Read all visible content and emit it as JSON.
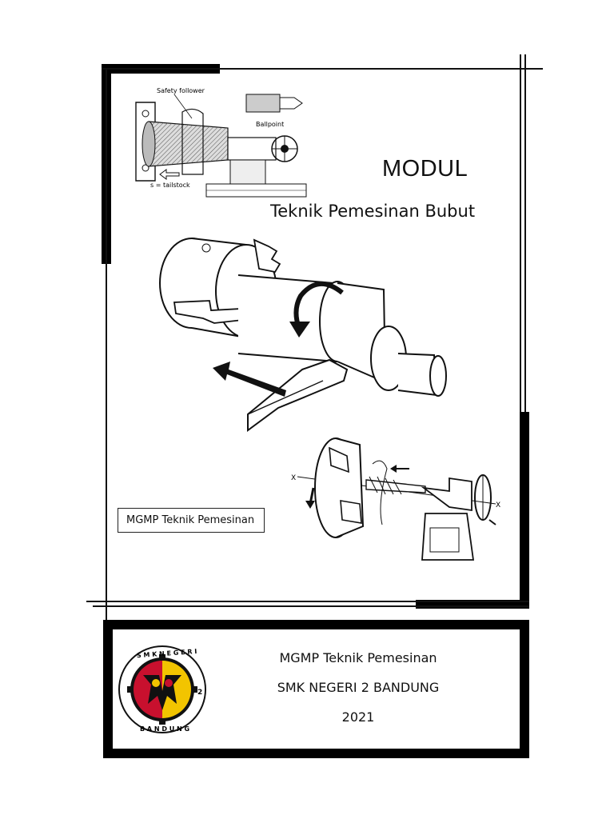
{
  "cover": {
    "title": "MODUL",
    "subtitle": "Teknik Pemesinan Bubut",
    "box_label": "MGMP Teknik Pemesinan"
  },
  "illustration_small": {
    "label_safety": "Safety follower",
    "label_ballpoint": "Ballpoint",
    "label_tailstock": "s = tailstock"
  },
  "illustration_drill": {
    "axis_left": "X",
    "axis_right": "X"
  },
  "footer": {
    "line1": "MGMP Teknik Pemesinan",
    "line2": "SMK NEGERI 2 BANDUNG",
    "line3": "2021"
  },
  "logo": {
    "ring_text": "SMK NEGERI 2 BANDUNG",
    "ring_top": "S M K  N E G E R I",
    "ring_bottom": "B A N D U N G",
    "ring_number": "2"
  },
  "colors": {
    "frame": "#000000",
    "logo_red": "#c8102e",
    "logo_yellow": "#f2c400",
    "logo_black": "#111111"
  }
}
